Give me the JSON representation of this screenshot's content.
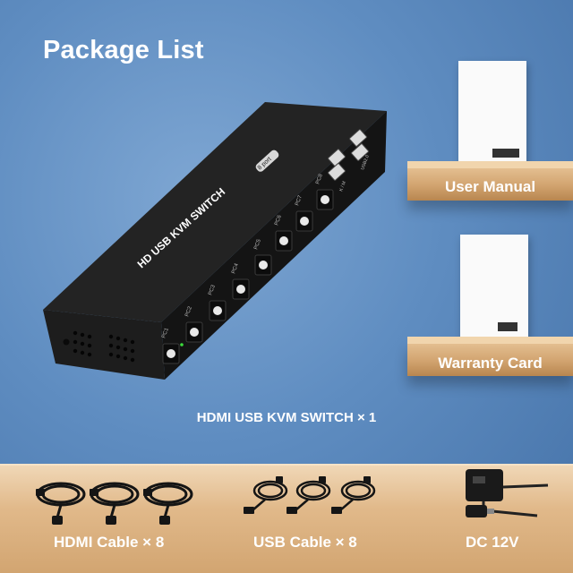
{
  "title": "Package List",
  "product_caption": "HDMI USB KVM SWITCH × 1",
  "product_label": "HD USB KVM SWITCH",
  "product_badge": "8 port",
  "usb_label": "USB2.0",
  "km_label": "K / M",
  "pc_labels": [
    "PC1",
    "PC2",
    "PC3",
    "PC4",
    "PC5",
    "PC6",
    "PC7",
    "PC8"
  ],
  "shelf_items": [
    {
      "label": "User Manual"
    },
    {
      "label": "Warranty Card"
    }
  ],
  "table_items": [
    {
      "label": "HDMI Cable × 8"
    },
    {
      "label": "USB Cable × 8"
    },
    {
      "label": "DC 12V"
    }
  ],
  "colors": {
    "background": "#5f8dc1",
    "wood": "#d2a470",
    "device": "#1b1b1b",
    "text": "#ffffff"
  }
}
